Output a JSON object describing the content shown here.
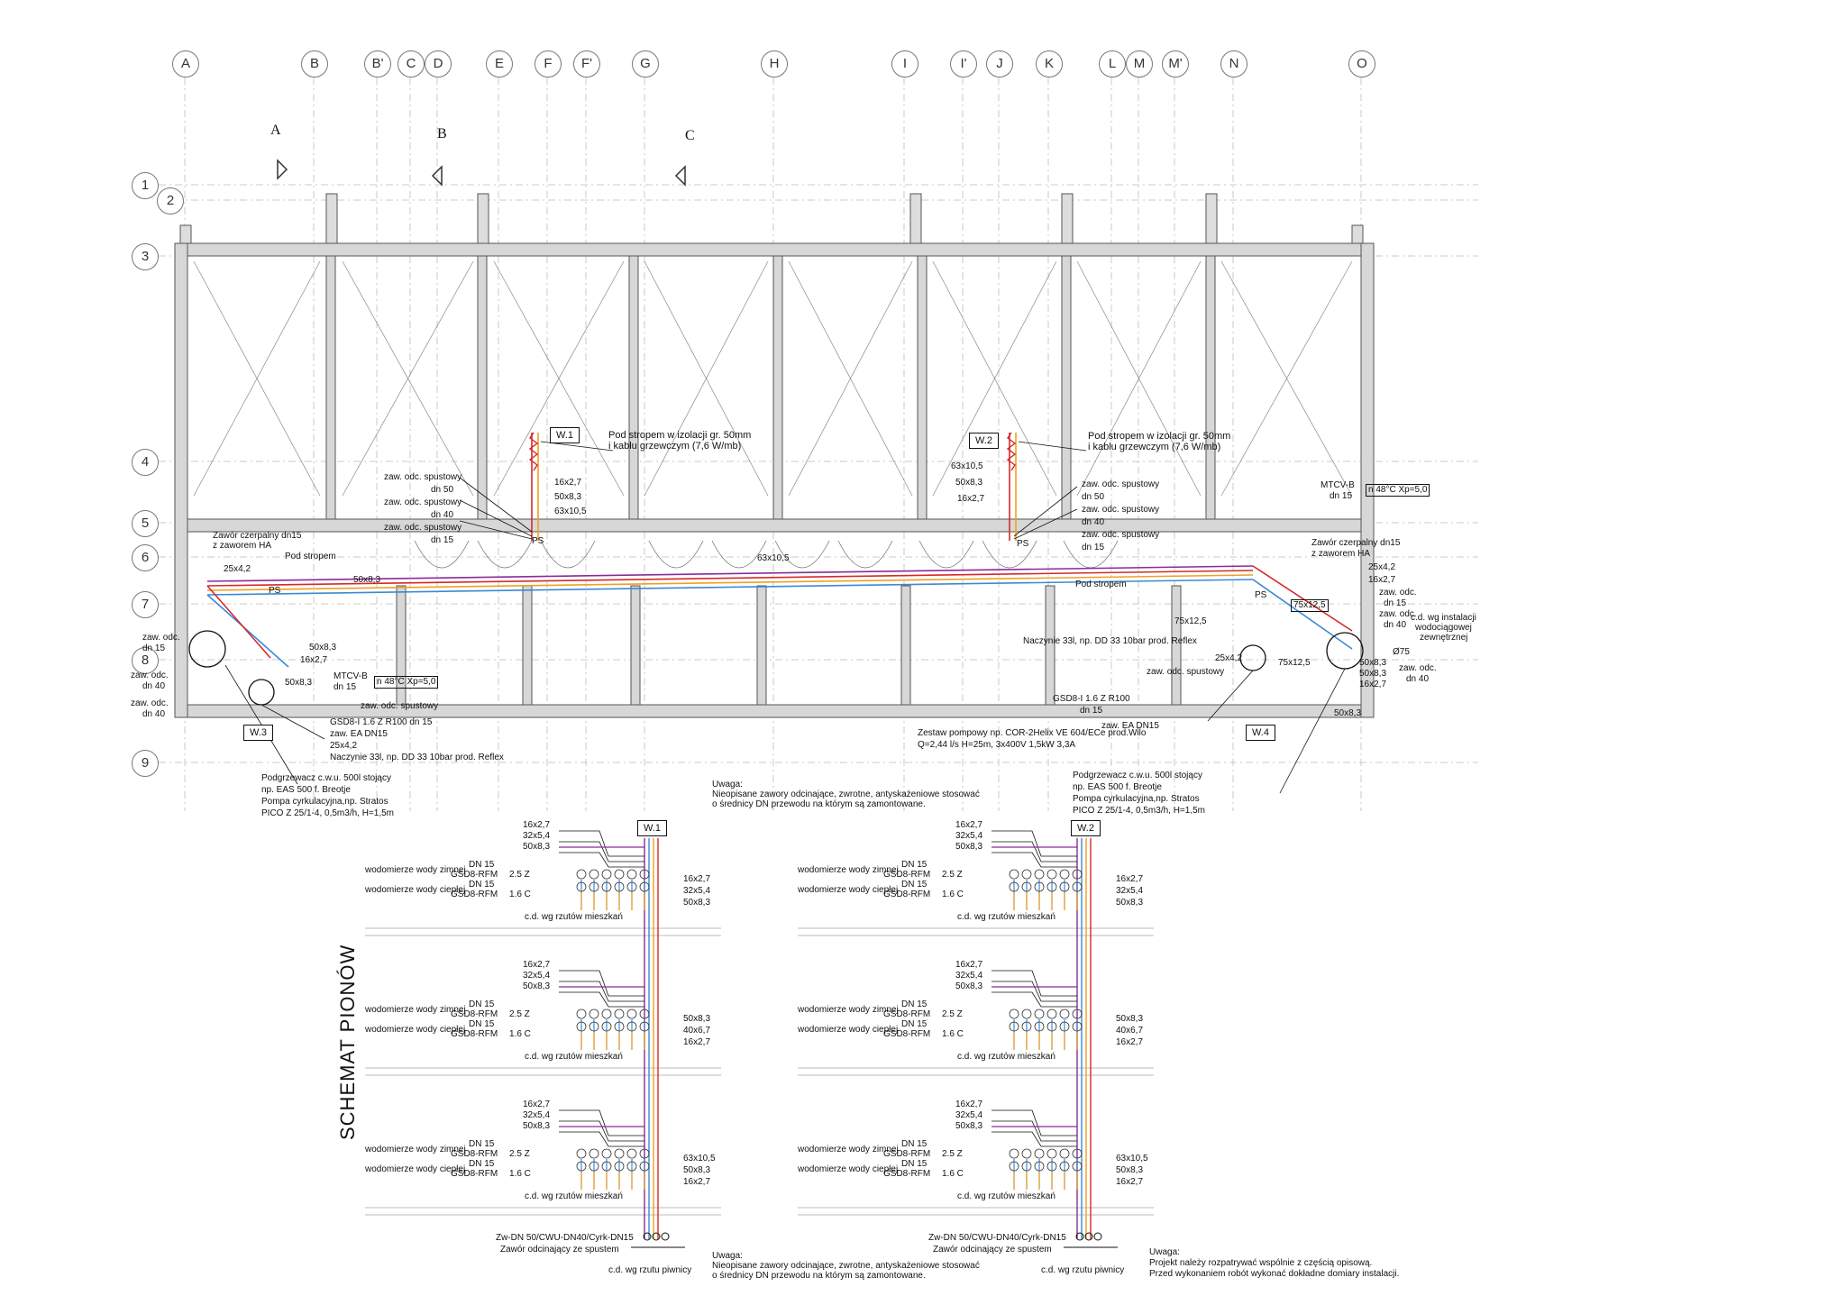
{
  "axes_top": [
    "A",
    "B",
    "B'",
    "C",
    "D",
    "E",
    "F",
    "F'",
    "G",
    "H",
    "I",
    "I'",
    "J",
    "K",
    "L",
    "M",
    "M'",
    "N",
    "O"
  ],
  "axes_left": [
    "1",
    "2",
    "3",
    "4",
    "5",
    "6",
    "7",
    "8",
    "9"
  ],
  "section_marks": [
    "A",
    "B",
    "C"
  ],
  "risers": {
    "w1": "W.1",
    "w2": "W.2",
    "w3": "W.3",
    "w4": "W.4"
  },
  "plan": {
    "pod_stropem_1": "Pod stropem w izolacji gr. 50mm",
    "pod_stropem_2": "i kablu grzewczym (7,6 W/mb)",
    "pod_stropem": "Pod stropem",
    "pipe_16x27": "16x2,7",
    "pipe_50x83": "50x8,3",
    "pipe_63x105": "63x10,5",
    "pipe_25x42": "25x4,2",
    "pipe_75x125": "75x12,5",
    "zaw_spust": "zaw. odc. spustowy",
    "dn15": "dn 15",
    "dn40": "dn 40",
    "dn50": "dn 50",
    "zaw_odc": "zaw. odc.",
    "ps": "PS",
    "mtcv": "MTCV-B",
    "temp": "n 48°C Xp=5,0",
    "zawor_czerp_1": "Zawór czerpalny dn15",
    "zawor_czerp_2": "z zaworem HA",
    "gsd": "GSD8-I 1.6 Z R100 dn 15",
    "zaw_ea": "zaw. EA DN15",
    "naczynie": "Naczynie 33l, np. DD 33 10bar prod. Reflex",
    "podgrz_1": "Podgrzewacz c.w.u. 500l stojący",
    "podgrz_2": "np. EAS 500 f. Breotje",
    "podgrz_3": "Pompa cyrkulacyjna,np.  Stratos",
    "podgrz_4": "PICO Z 25/1-4, 0,5m3/h, H=1,5m",
    "zestaw_1": "Zestaw pompowy np. COR-2Helix VE 604/ECe prod.Wilo",
    "zestaw_2": "Q=2,44 l/s H=25m, 3x400V 1,5kW 3,3A",
    "cd_inst_1": "c.d. wg instalacji",
    "cd_inst_2": "wodociągowej",
    "cd_inst_3": "zewnętrznej",
    "phi75": "Ø75",
    "gsd_right": "GSD8-I 1.6 Z R100",
    "uwaga_title": "Uwaga:",
    "uwaga_1": "Nieopisane zawory odcinające, zwrotne, antyskażeniowe stosować",
    "uwaga_2": "o średnicy DN przewodu na którym są zamontowane."
  },
  "schema": {
    "title": "SCHEMAT PIONÓW",
    "p1": "16x2,7",
    "p2": "32x5,4",
    "p3": "50x8,3",
    "wz": "wodomierze wody zimnej",
    "wc": "wodomierze wody ciepłej",
    "dn15": "DN 15",
    "gsd_rfm": "GSD8-RFM",
    "v25": "2.5 Z",
    "v16": "1.6 C",
    "cd_miesz": "c.d. wg rzutów mieszkań",
    "r1": [
      "16x2,7",
      "32x5,4",
      "50x8,3"
    ],
    "r2": [
      "50x8,3",
      "40x6,7",
      "16x2,7"
    ],
    "r3": [
      "63x10,5",
      "50x8,3",
      "16x2,7"
    ],
    "zw": "Zw-DN 50/CWU-DN40/Cyrk-DN15",
    "zawor_spust": "Zawór odcinający ze spustem",
    "cd_piwn": "c.d. wg rzutu piwnicy",
    "uwaga_title": "Uwaga:",
    "uwaga_1": "Nieopisane zawory odcinające, zwrotne, antyskażeniowe stosować",
    "uwaga_2": "o średnicy DN przewodu na którym są zamontowane.",
    "uwaga2_1": "Projekt należy rozpatrywać wspólnie z częścią opisową.",
    "uwaga2_2": "Przed wykonaniem robót wykonać dokładne domiary instalacji."
  },
  "colors": {
    "red": "#d42a2a",
    "orange": "#f0a020",
    "blue": "#3a8ad8",
    "purple": "#8a2a9a",
    "wall": "#888888"
  }
}
